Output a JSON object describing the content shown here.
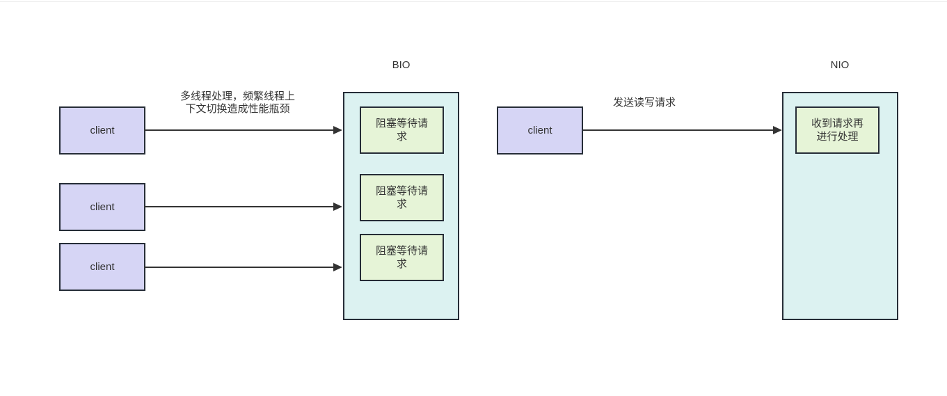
{
  "colors": {
    "page_bg": "#ffffff",
    "top_divider": "#ebebeb",
    "client_fill": "#d6d5f5",
    "container_fill": "#dcf2f1",
    "task_fill": "#e6f4d7",
    "shape_border": "#262d37",
    "arrow": "#333333",
    "text": "#333333"
  },
  "bio": {
    "title": "BIO",
    "clients": [
      {
        "label": "client"
      },
      {
        "label": "client"
      },
      {
        "label": "client"
      }
    ],
    "arrow_label": "多线程处理，频繁线程上\n下文切换造成性能瓶颈",
    "tasks": [
      "阻塞等待请\n求",
      "阻塞等待请\n求",
      "阻塞等待请\n求"
    ]
  },
  "nio": {
    "title": "NIO",
    "client": {
      "label": "client"
    },
    "arrow_label": "发送读写请求",
    "task": "收到请求再\n进行处理"
  }
}
